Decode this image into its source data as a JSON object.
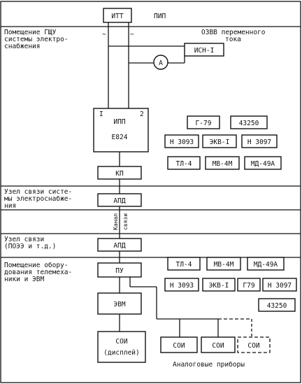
{
  "boxes": {
    "itt": "ИТТ",
    "isn": "ИСН-I",
    "ipp": "ИПП",
    "ipp_model": "Е824",
    "ipp_in1": "I",
    "ipp_in2": "2",
    "kp": "КП",
    "apd_top": "АПД",
    "apd_bottom": "АПД",
    "pu": "ПУ",
    "evm": "ЭВМ",
    "soi_display_l1": "СОИ",
    "soi_display_l2": "(дисплей)",
    "soi_1": "СОИ",
    "soi_2": "СОИ",
    "soi_3": "СОИ",
    "ammeter": "А"
  },
  "labels": {
    "pip": "ПИП",
    "ozvv_l1": "ОЗВВ переменного",
    "ozvv_l2": "тока",
    "tilde_left": "~",
    "tilde_right": "~",
    "channel_l1": "Канал",
    "channel_l2": "связи",
    "analog_devices": "Аналоговые приборы"
  },
  "sections": [
    [
      "Помещение ГЩУ",
      "системы электро-",
      "снабжения"
    ],
    [
      "Узел связи систе-",
      "мы электроснабже-",
      "ния"
    ],
    [
      "Узел связи",
      "(ПОЭЭ и т.д.)"
    ],
    [
      "Помещение обору-",
      "дования телемеха-",
      "ники и ЭВМ"
    ]
  ],
  "instruments_top": [
    [
      "Г-79",
      "43250"
    ],
    [
      "Н 3093",
      "ЭКВ-I",
      "Н 3097"
    ],
    [
      "ТЛ-4",
      "МВ-4М",
      "МД-49А"
    ]
  ],
  "instruments_bottom": [
    [
      "ТЛ-4",
      "МВ-4М",
      "МД-49А"
    ],
    [
      "Н 3093",
      "ЭКВ-I",
      "Г79",
      "Н 3097"
    ],
    [
      "43250"
    ]
  ]
}
